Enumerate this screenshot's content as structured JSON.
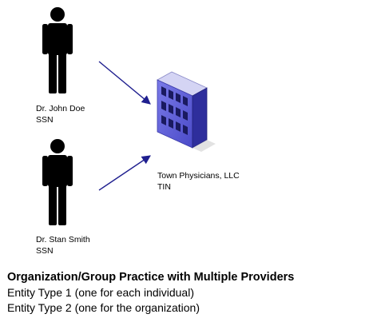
{
  "people": [
    {
      "name": "Dr. John Doe",
      "id_label": "SSN"
    },
    {
      "name": "Dr. Stan Smith",
      "id_label": "SSN"
    }
  ],
  "organization": {
    "name": "Town Physicians, LLC",
    "id_label": "TIN"
  },
  "caption": {
    "title": "Organization/Group Practice with Multiple Providers",
    "lines": [
      "Entity Type 1 (one for each individual)",
      "Entity Type 2 (one for the organization)"
    ]
  },
  "colors": {
    "person": "#000000",
    "arrow": "#1f1f8f",
    "building_front": "#5a5ad8",
    "building_side": "#2e2e9c",
    "building_roof": "#c8c8ee"
  }
}
